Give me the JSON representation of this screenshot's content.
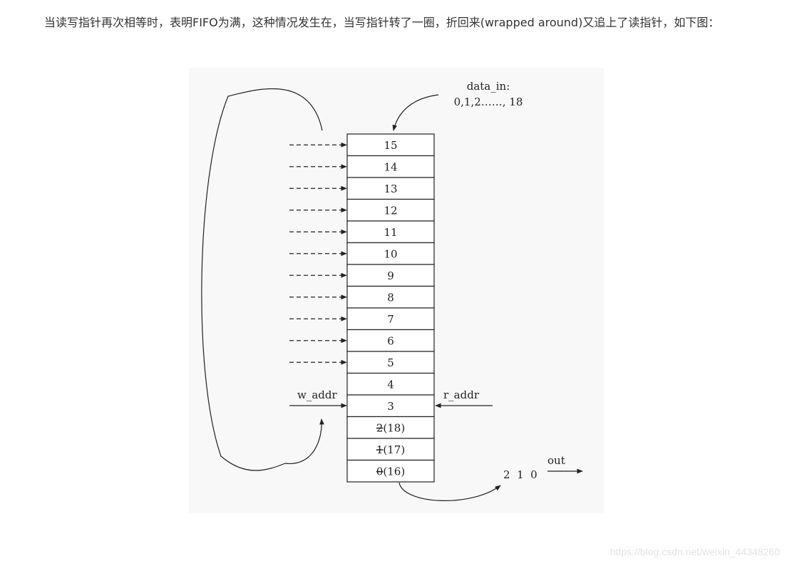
{
  "article": {
    "paragraph": "当读写指针再次相等时，表明FIFO为满，这种情况发生在，当写指针转了一圈，折回来(wrapped around)又追上了读指针，如下图："
  },
  "diagram": {
    "data_in_label": "data_in:",
    "data_in_values": "0,1,2……, 18",
    "cells": [
      {
        "text": "15",
        "struck": ""
      },
      {
        "text": "14",
        "struck": ""
      },
      {
        "text": "13",
        "struck": ""
      },
      {
        "text": "12",
        "struck": ""
      },
      {
        "text": "11",
        "struck": ""
      },
      {
        "text": "10",
        "struck": ""
      },
      {
        "text": "9",
        "struck": ""
      },
      {
        "text": "8",
        "struck": ""
      },
      {
        "text": "7",
        "struck": ""
      },
      {
        "text": "6",
        "struck": ""
      },
      {
        "text": "5",
        "struck": ""
      },
      {
        "text": "4",
        "struck": ""
      },
      {
        "text": "3",
        "struck": ""
      },
      {
        "text": "(18)",
        "struck": "2"
      },
      {
        "text": "(17)",
        "struck": "1"
      },
      {
        "text": "(16)",
        "struck": "0"
      }
    ],
    "dashed_arrow_count": 11,
    "w_addr_label": "w_addr",
    "r_addr_label": "r_addr",
    "out_values": "2  1  0",
    "out_label": "out"
  },
  "watermark": "https://blog.csdn.net/weixin_44348260"
}
